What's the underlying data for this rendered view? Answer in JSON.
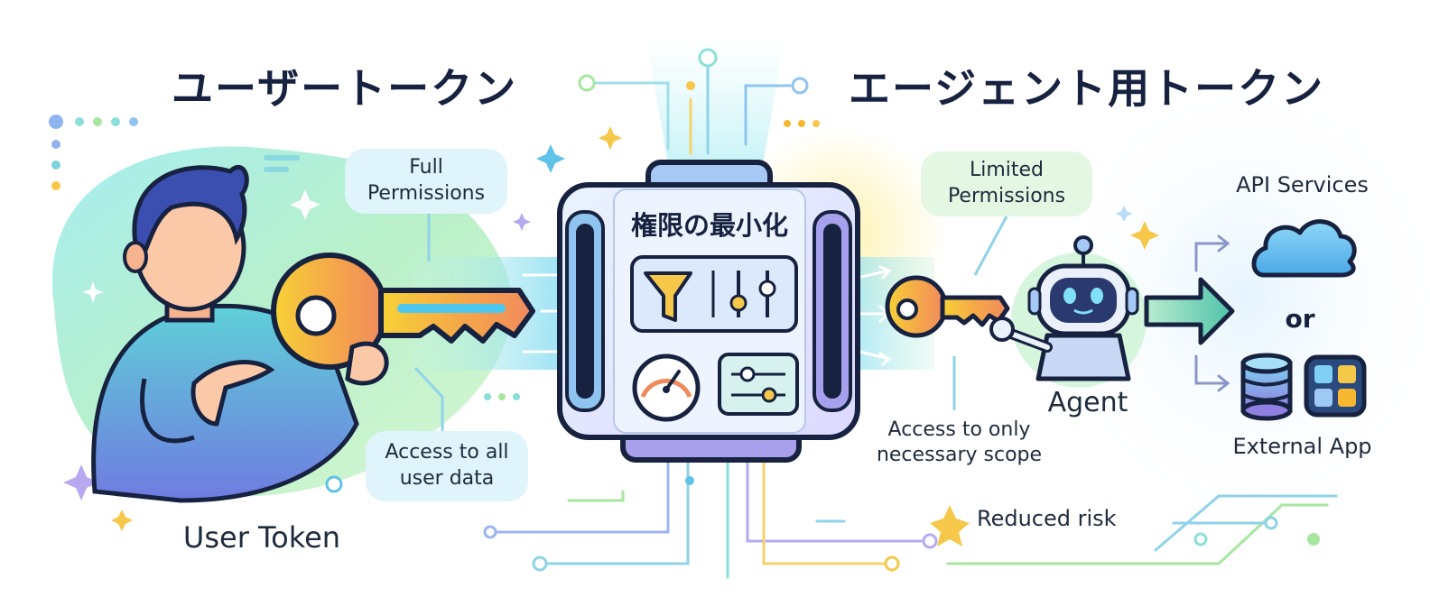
{
  "headings": {
    "user_token_jp": "ユーザートークン",
    "agent_token_jp": "エージェント用トークン"
  },
  "center": {
    "title": "権限の最小化"
  },
  "left": {
    "full_permissions": [
      "Full",
      "Permissions"
    ],
    "access_all": [
      "Access to all",
      "user data"
    ],
    "user_token": "User Token"
  },
  "right": {
    "limited_permissions": [
      "Limited",
      "Permissions"
    ],
    "access_necessary": [
      "Access to only",
      "necessary scope"
    ],
    "agent": "Agent",
    "reduced_risk": "Reduced risk",
    "api_services": "API Services",
    "or": "or",
    "external_app": "External App"
  },
  "colors": {
    "navy": "#16223f",
    "key_gold": "#f5b82e",
    "teal": "#5fd3c9",
    "sky": "#7cc8f0",
    "purple": "#9a8ee8"
  }
}
